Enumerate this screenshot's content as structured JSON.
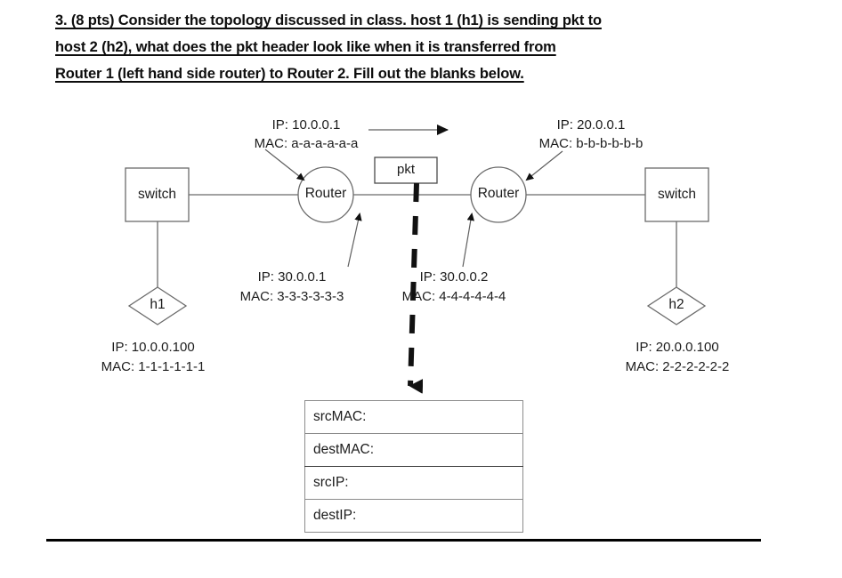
{
  "question": {
    "lines": [
      "3. (8 pts) Consider the topology discussed in class. host 1 (h1) is sending pkt to",
      "host 2 (h2), what does the pkt header look like when it is transferred from",
      "Router 1 (left hand side router) to Router 2. Fill out the blanks below."
    ]
  },
  "diagram": {
    "nodes": {
      "left_switch": "switch",
      "right_switch": "switch",
      "left_router": "Router",
      "right_router": "Router",
      "host1": "h1",
      "host2": "h2",
      "packet": "pkt"
    },
    "annotations": {
      "left_router_wan": {
        "ip": "IP: 10.0.0.1",
        "mac": "MAC: a-a-a-a-a-a"
      },
      "right_router_wan": {
        "ip": "IP: 20.0.0.1",
        "mac": "MAC: b-b-b-b-b-b"
      },
      "left_router_link": {
        "ip": "IP: 30.0.0.1",
        "mac": "MAC: 3-3-3-3-3-3"
      },
      "right_router_link": {
        "ip": "IP: 30.0.0.2",
        "mac": "MAC: 4-4-4-4-4-4"
      },
      "host1_info": {
        "ip": "IP: 10.0.0.100",
        "mac": "MAC: 1-1-1-1-1-1"
      },
      "host2_info": {
        "ip": "IP: 20.0.0.100",
        "mac": "MAC: 2-2-2-2-2-2"
      }
    }
  },
  "header_table": {
    "rows": [
      {
        "label": "srcMAC:",
        "value": ""
      },
      {
        "label": "destMAC:",
        "value": ""
      },
      {
        "label": "srcIP:",
        "value": ""
      },
      {
        "label": "destIP:",
        "value": ""
      }
    ]
  },
  "colors": {
    "ink": "#1c1c1c",
    "line": "#6b6b6b",
    "heavy": "#000000",
    "table_border": "#8c8c8c"
  }
}
